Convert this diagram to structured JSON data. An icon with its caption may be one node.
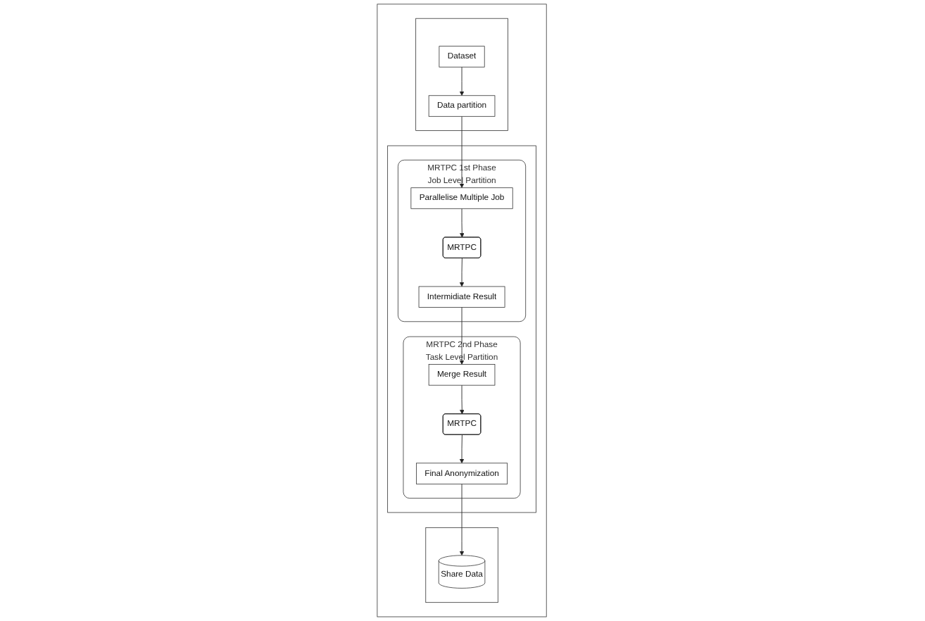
{
  "diagram": {
    "nodes": [
      {
        "text": [],
        "shape": "box"
      },
      {
        "text": [],
        "shape": "box",
        "in": 0
      },
      {
        "text": [
          "Dataset"
        ],
        "in": 1
      },
      {
        "text": [
          "Data partition"
        ],
        "in": 1
      },
      {
        "text": [],
        "shape": "box",
        "in": 0
      },
      {
        "text": [
          "MRTPC 1st Phase",
          "Job Level Partition"
        ],
        "in": 4
      },
      {
        "text": [
          "Intermidiate Result"
        ],
        "in": 5
      },
      {
        "text": [
          "MRTPC"
        ],
        "in": 5
      },
      {
        "text": [
          "Parallelise Multiple Job"
        ],
        "in": 5
      },
      {
        "text": [
          "MRTPC 2nd Phase",
          "Task Level Partition"
        ],
        "in": 4
      },
      {
        "text": [
          "Merge Result"
        ],
        "in": 9
      },
      {
        "text": [
          "MRTPC"
        ],
        "in": 9
      },
      {
        "text": [
          "Final Anonymization"
        ],
        "in": 9
      },
      {
        "text": [],
        "shape": "box",
        "in": 0
      },
      {
        "text": [
          "Share Data"
        ],
        "in": 13
      }
    ],
    "edges": [
      {
        "from": 2,
        "to": 3,
        "arrow": "to"
      },
      {
        "from": 3,
        "to": 8,
        "arrow": "to"
      },
      {
        "from": 8,
        "to": 7,
        "arrow": "to"
      },
      {
        "from": 7,
        "to": 6,
        "arrow": "to"
      },
      {
        "from": 6,
        "to": 10,
        "arrow": "to"
      },
      {
        "from": 10,
        "to": 11,
        "arrow": "to"
      },
      {
        "from": 11,
        "to": 12,
        "arrow": "to"
      },
      {
        "from": 12,
        "to": 14,
        "arrow": "to"
      }
    ]
  }
}
